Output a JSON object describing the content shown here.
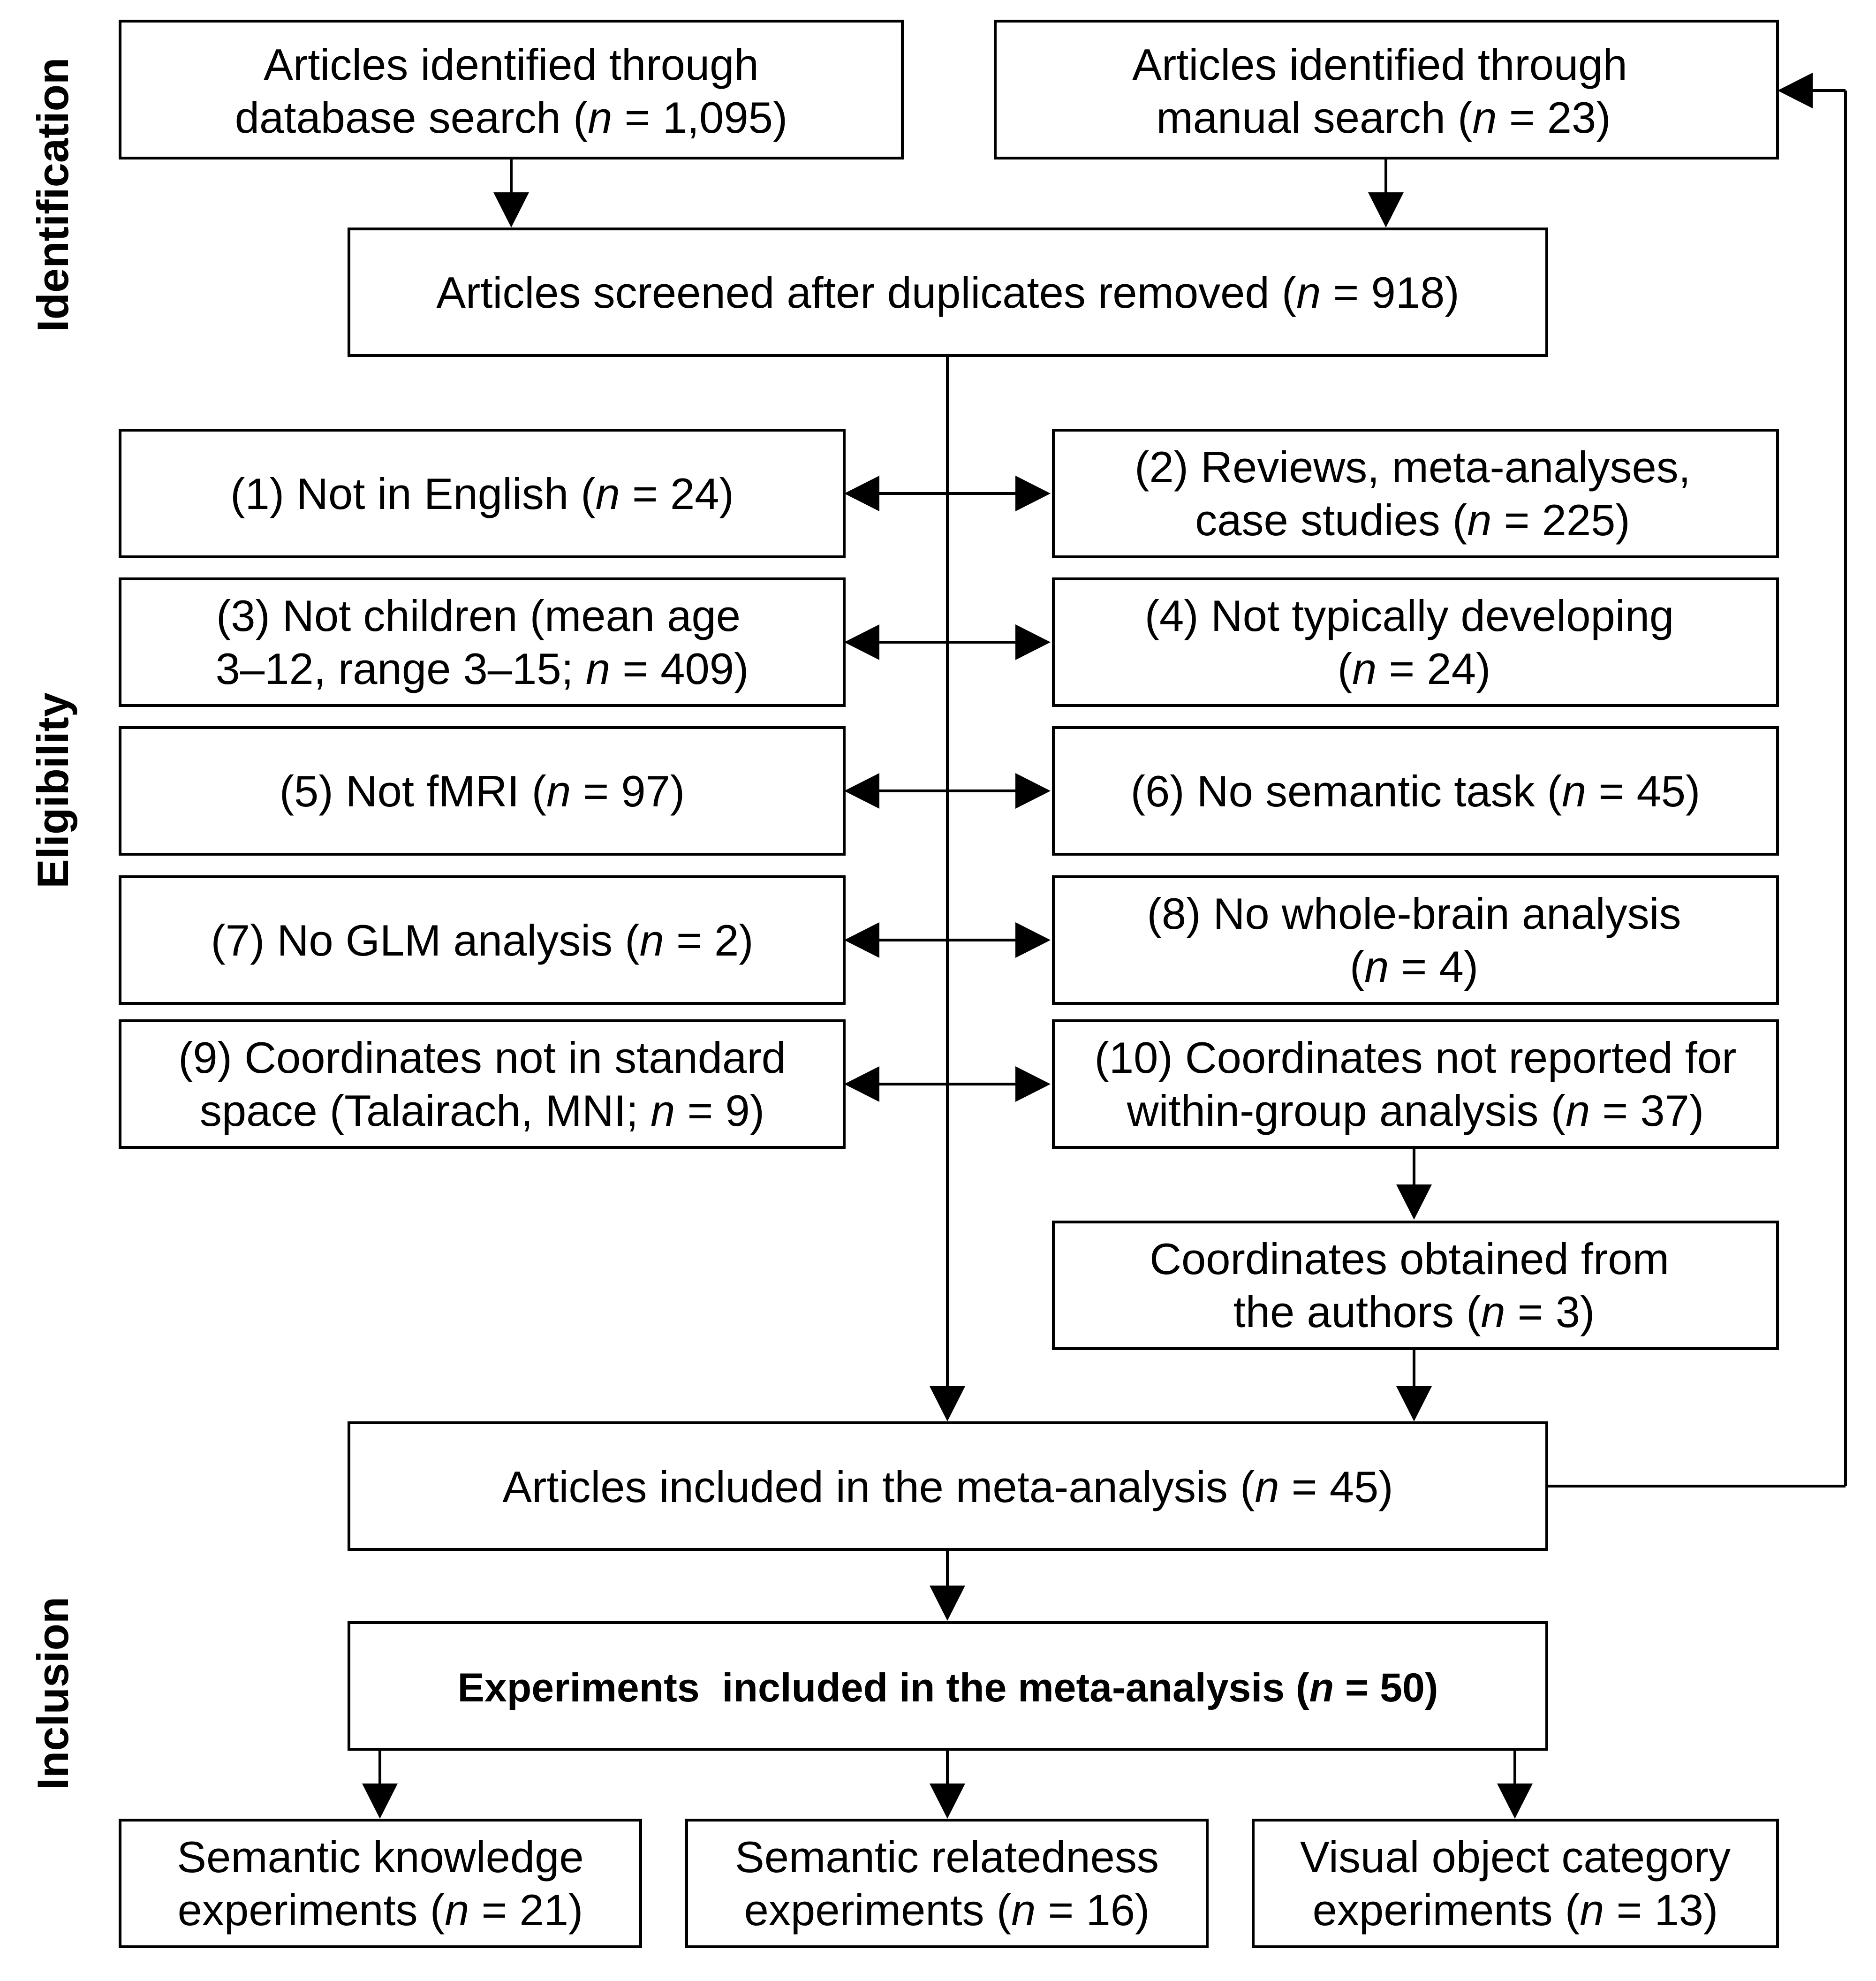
{
  "phases": {
    "identification": "Identification",
    "eligibility": "Eligibility",
    "inclusion": "Inclusion"
  },
  "boxes": {
    "database_search": {
      "line1": "Articles identified through",
      "line2_pre": "database search (",
      "n_label": "n",
      "line2_post": " = 1,095)"
    },
    "manual_search": {
      "line1": "Articles identified through",
      "line2_pre": "manual search (",
      "n_label": "n",
      "line2_post": " = 23)"
    },
    "screened": {
      "pre": "Articles screened after duplicates removed (",
      "n_label": "n",
      "post": " = 918)"
    },
    "excl_1": {
      "pre": "(1) Not in English (",
      "n_label": "n",
      "post": " = 24)"
    },
    "excl_2": {
      "line1": "(2) Reviews, meta-analyses,",
      "line2_pre": "case studies (",
      "n_label": "n",
      "line2_post": " = 225)"
    },
    "excl_3": {
      "line1": "(3) Not children (mean age",
      "line2_pre": "3–12, range 3–15; ",
      "n_label": "n",
      "line2_post": " = 409)"
    },
    "excl_4": {
      "line1": "(4) Not typically developing",
      "line2_pre": "(",
      "n_label": "n",
      "line2_post": " = 24)"
    },
    "excl_5": {
      "pre": "(5) Not fMRI (",
      "n_label": "n",
      "post": " = 97)"
    },
    "excl_6": {
      "pre": "(6) No semantic task (",
      "n_label": "n",
      "post": " = 45)"
    },
    "excl_7": {
      "pre": "(7) No GLM analysis (",
      "n_label": "n",
      "post": " = 2)"
    },
    "excl_8": {
      "line1": "(8) No whole-brain analysis",
      "line2_pre": "(",
      "n_label": "n",
      "line2_post": " = 4)"
    },
    "excl_9": {
      "line1": "(9) Coordinates not in standard",
      "line2_pre": "space (Talairach, MNI; ",
      "n_label": "n",
      "line2_post": " = 9)"
    },
    "excl_10": {
      "line1": "(10) Coordinates not reported for",
      "line2_pre": "within-group analysis (",
      "n_label": "n",
      "line2_post": " = 37)"
    },
    "coords_obtained": {
      "line1": "Coordinates obtained from",
      "line2_pre": "the authors (",
      "n_label": "n",
      "line2_post": " = 3)"
    },
    "articles_included": {
      "pre": "Articles included in the meta-analysis (",
      "n_label": "n",
      "post": " = 45)"
    },
    "experiments_included": {
      "pre": "Experiments  included in the meta-analysis (",
      "n_label": "n",
      "post": " = 50)"
    },
    "semantic_knowledge": {
      "line1": "Semantic knowledge",
      "line2_pre": "experiments (",
      "n_label": "n",
      "line2_post": " = 21)"
    },
    "semantic_relatedness": {
      "line1": "Semantic relatedness",
      "line2_pre": "experiments (",
      "n_label": "n",
      "line2_post": " = 16)"
    },
    "visual_object": {
      "line1": "Visual object category",
      "line2_pre": "experiments (",
      "n_label": "n",
      "line2_post": " = 13)"
    }
  }
}
